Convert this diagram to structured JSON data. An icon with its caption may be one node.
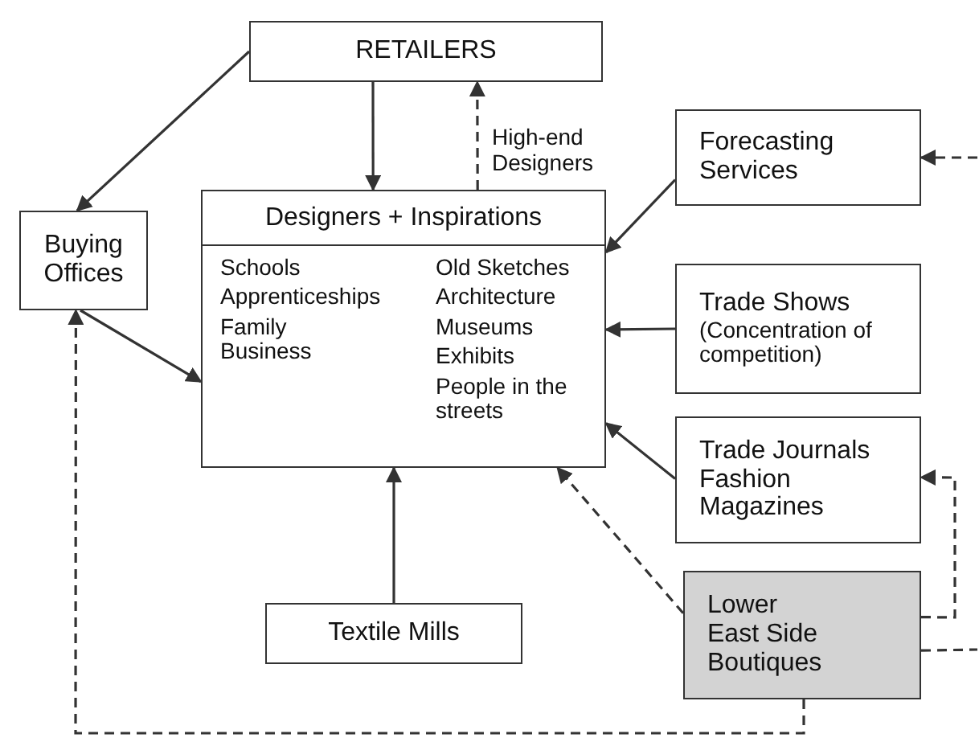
{
  "diagram": {
    "nodes": [
      {
        "text": [
          "RETAILERS"
        ]
      },
      {
        "text": [
          "Buying Offices"
        ]
      },
      {
        "text": [
          "Designers + Inspirations",
          "Schools",
          "Apprenticeships",
          "Family Business",
          "Old Sketches",
          "Architecture",
          "Museums",
          "Exhibits",
          "People in the streets"
        ]
      },
      {
        "text": [
          "Forecasting Services"
        ]
      },
      {
        "text": [
          "Trade Shows",
          "(Concentration of competition)"
        ]
      },
      {
        "text": [
          "Trade Journals Fashion Magazines"
        ]
      },
      {
        "text": [
          "Lower East Side Boutiques"
        ]
      },
      {
        "text": [
          "Textile Mills"
        ]
      }
    ],
    "edges": [
      {
        "from": 0,
        "to": 1,
        "arrow": "to"
      },
      {
        "from": 0,
        "to": 2,
        "arrow": "to"
      },
      {
        "from": 2,
        "to": 0,
        "arrow": "to",
        "style": "dashed",
        "label": "High-end Designers"
      },
      {
        "from": 1,
        "to": 2,
        "arrow": "to"
      },
      {
        "from": 3,
        "to": 2,
        "arrow": "to"
      },
      {
        "from": 4,
        "to": 2,
        "arrow": "to"
      },
      {
        "from": 5,
        "to": 2,
        "arrow": "to"
      },
      {
        "from": 7,
        "to": 2,
        "arrow": "to"
      },
      {
        "from": 6,
        "to": 2,
        "arrow": "to",
        "style": "dashed"
      },
      {
        "from": 6,
        "to": 5,
        "arrow": "to",
        "style": "dashed"
      },
      {
        "from": 6,
        "to": 1,
        "arrow": "to",
        "style": "dashed"
      },
      {
        "from": null,
        "to": 3,
        "arrow": "to",
        "style": "dashed"
      },
      {
        "from": 6,
        "to": null,
        "arrow": "none",
        "style": "dashed"
      }
    ]
  }
}
